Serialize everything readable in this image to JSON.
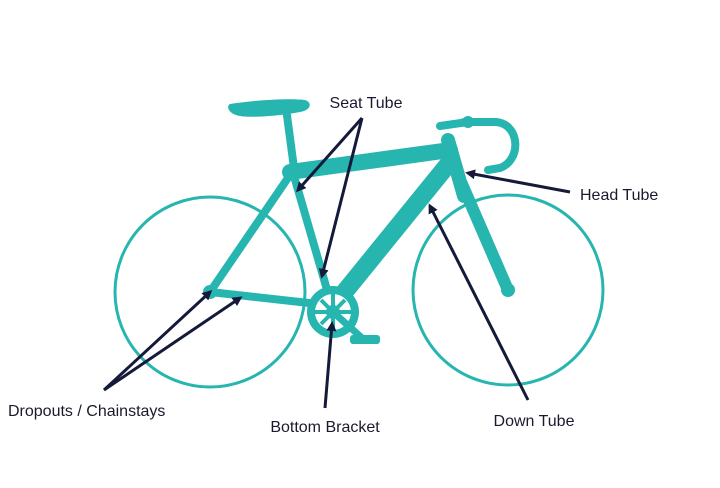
{
  "diagram": {
    "labels": {
      "seat_tube": "Seat Tube",
      "head_tube": "Head Tube",
      "down_tube": "Down Tube",
      "bottom_bracket": "Bottom Bracket",
      "dropouts_chainstays": "Dropouts / Chainstays"
    },
    "colors": {
      "frame": "#27b5b0",
      "arrow": "#151a3a",
      "text": "#1a1a2e",
      "background": "#ffffff"
    }
  }
}
